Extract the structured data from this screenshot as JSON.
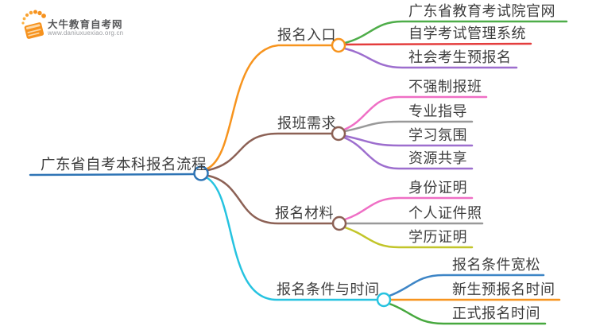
{
  "logo": {
    "title": "大牛教育自考网",
    "url": "www.daniuxuexiao.org.cn",
    "brand_orange": "#f6921e",
    "brand_orange_light": "#fbb040"
  },
  "mindmap": {
    "root": {
      "label": "广东省自考本科报名流程",
      "color": "#2e74b5"
    },
    "branches": [
      {
        "label": "报名入口",
        "color": "#f7941e",
        "children": [
          {
            "label": "广东省教育考试院官网",
            "color": "#4ead49"
          },
          {
            "label": "自学考试管理系统",
            "color": "#e43d3d"
          },
          {
            "label": "社会考生预报名",
            "color": "#9d6ece"
          }
        ]
      },
      {
        "label": "报班需求",
        "color": "#8c6155",
        "children": [
          {
            "label": "不强制报班",
            "color": "#ef6fc5"
          },
          {
            "label": "专业指导",
            "color": "#999999"
          },
          {
            "label": "学习氛围",
            "color": "#9d6ece"
          },
          {
            "label": "资源共享",
            "color": "#9d6ece"
          }
        ]
      },
      {
        "label": "报名材料",
        "color": "#8c6155",
        "children": [
          {
            "label": "身份证明",
            "color": "#ef6fc5"
          },
          {
            "label": "个人证件照",
            "color": "#999999"
          },
          {
            "label": "学历证明",
            "color": "#c2c529"
          }
        ]
      },
      {
        "label": "报名条件与时间",
        "color": "#26c3e0",
        "children": [
          {
            "label": "报名条件宽松",
            "color": "#3d85c6"
          },
          {
            "label": "新生预报名时间",
            "color": "#f7941e"
          },
          {
            "label": "正式报名时间",
            "color": "#47a83e"
          }
        ]
      }
    ]
  }
}
